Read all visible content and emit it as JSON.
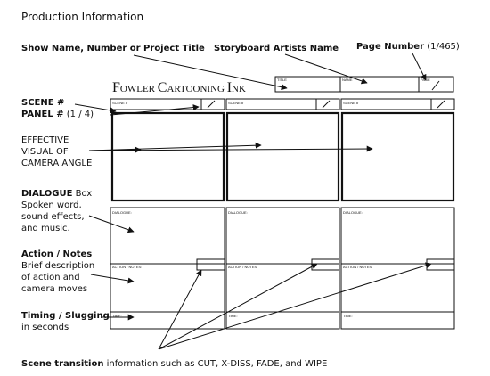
{
  "header": {
    "title": "Production Information"
  },
  "callouts": {
    "show_name": "Show Name, Number or Project Title",
    "artist_name": "Storyboard Artists Name",
    "page_number_label": "Page Number",
    "page_number_value": "(1/465)",
    "scene": "SCENE #",
    "panel": "PANEL #",
    "panel_value": "(1 / 4)",
    "visual_lines": [
      "EFFECTIVE",
      "VISUAL OF",
      "CAMERA ANGLE"
    ],
    "dialogue_head": "DIALOGUE",
    "dialogue_head_rest": "Box",
    "dialogue_lines": [
      "Spoken word,",
      "sound effects,",
      "and music."
    ],
    "action_head": "Action / Notes",
    "action_lines": [
      "Brief description",
      "of action and",
      "camera moves"
    ],
    "timing_head": "Timing / Slugging",
    "timing_line": "in seconds",
    "transition_head": "Scene transition",
    "transition_rest": "information such as CUT, X-DISS, FADE, and WIPE"
  },
  "form": {
    "logo_parts": [
      {
        "big": "F",
        "small": "OWLER "
      },
      {
        "big": "C",
        "small": "ARTOONING "
      },
      {
        "big": "I",
        "small": "NK"
      }
    ],
    "title_box_labels": [
      "TITLE",
      "NAME",
      "PAGE"
    ],
    "scene_label": "SCENE #",
    "dialogue_label": "DIALOGUE:",
    "action_label": "ACTION / NOTES:",
    "time_label": "TIME:"
  }
}
